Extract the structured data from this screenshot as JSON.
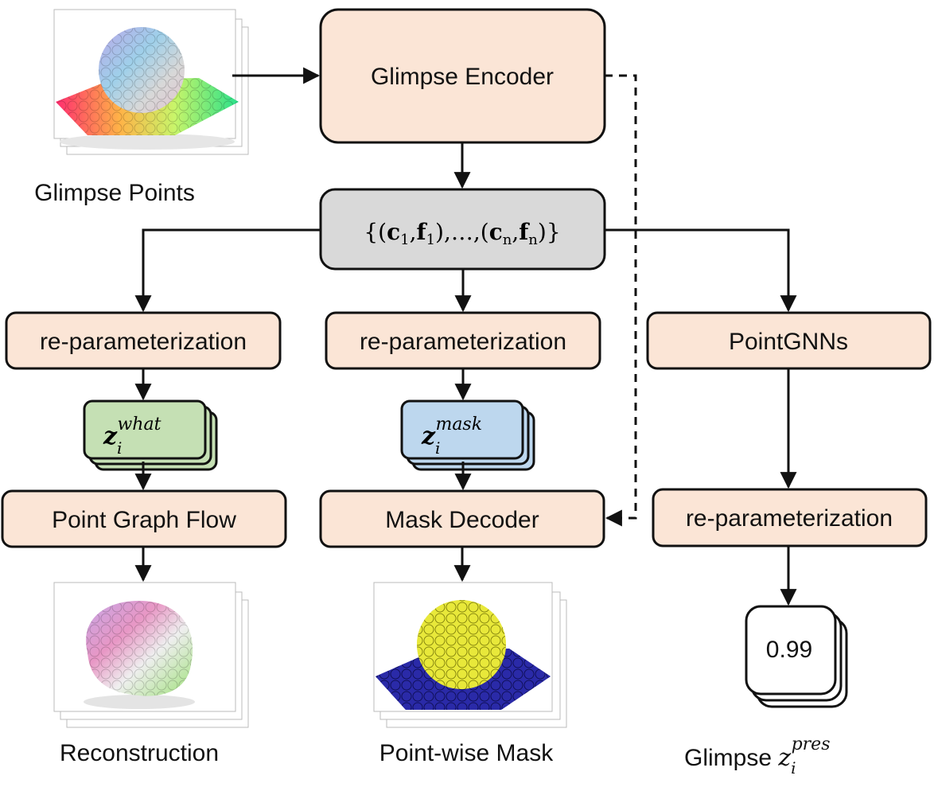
{
  "colors": {
    "peach": "#fbe5d6",
    "gray": "#d9d9d9",
    "green": "#c5e0b4",
    "blue": "#bdd7ee",
    "stroke": "#111111",
    "ball_yellow": "#e8e83a",
    "ball_navy": "#2a2aa8"
  },
  "boxes": {
    "glimpse_encoder": "Glimpse Encoder",
    "reparam_left": "re-parameterization",
    "reparam_middle": "re-parameterization",
    "pointgnns": "PointGNNs",
    "reparam_right": "re-parameterization",
    "point_graph_flow": "Point Graph Flow",
    "mask_decoder": "Mask Decoder"
  },
  "features": {
    "open": "{(",
    "c": "c",
    "sub1": "1",
    "comma1": ",",
    "f": "f",
    "sub2": "1",
    "mid": "),…,(",
    "c2": "c",
    "subn1": "n",
    "comma2": ",",
    "f2": "f",
    "subn2": "n",
    "close": ")}"
  },
  "latents": {
    "what": {
      "base": "z",
      "sub": "i",
      "sup": "what"
    },
    "mask": {
      "base": "z",
      "sub": "i",
      "sup": "mask"
    }
  },
  "pres_value": "0.99",
  "captions": {
    "glimpse_points": "Glimpse Points",
    "reconstruction": "Reconstruction",
    "pointwise_mask": "Point-wise Mask",
    "glimpse_pres_prefix": "Glimpse ",
    "pres_base": "z",
    "pres_sub": "i",
    "pres_sup": "pres"
  }
}
